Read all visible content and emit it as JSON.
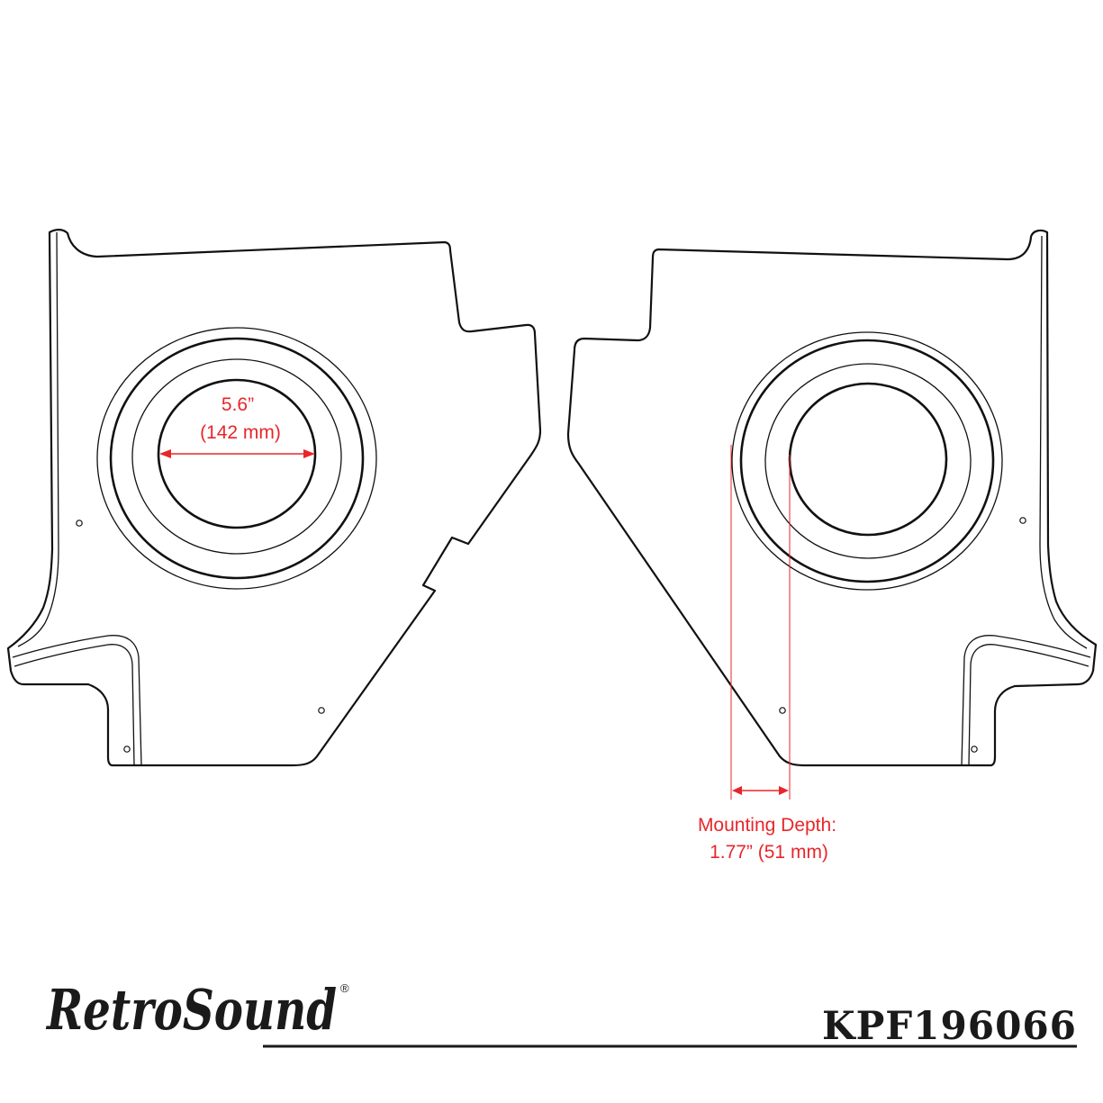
{
  "speaker_cutout": {
    "line1": "5.6”",
    "line2": "(142 mm)"
  },
  "mounting_depth": {
    "line1": "Mounting Depth:",
    "line2": "1.77” (51 mm)"
  },
  "brand": {
    "logo": "RetroSound",
    "registered": "®"
  },
  "part_number": "KPF196066",
  "colors": {
    "dimension": "#e8262a",
    "line_art": "#111111"
  }
}
